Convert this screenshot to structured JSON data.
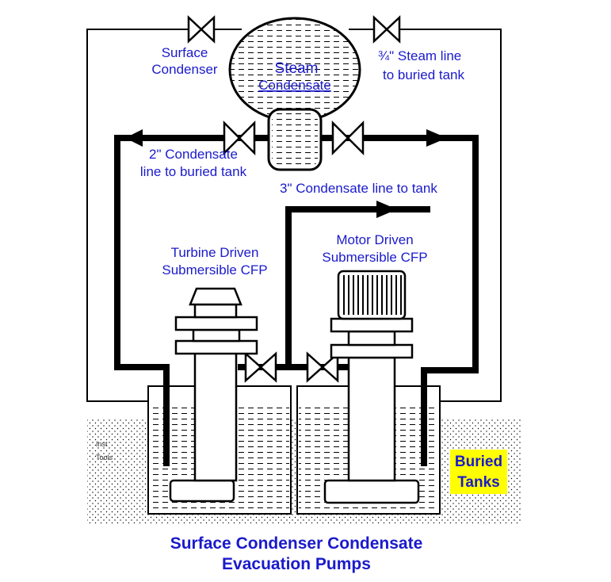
{
  "labels": {
    "surface_condenser_line1": "Surface",
    "surface_condenser_line2": "Condenser",
    "steam": "Steam",
    "condensate": "Condensate",
    "steam_line_line1": "¾\" Steam line",
    "steam_line_line2": "to buried tank",
    "condensate_2in_line1": "2\" Condensate",
    "condensate_2in_line2": "line to buried tank",
    "condensate_3in": "3\" Condensate line to tank",
    "turbine_line1": "Turbine Driven",
    "turbine_line2": "Submersible CFP",
    "motor_line1": "Motor Driven",
    "motor_line2": "Submersible CFP",
    "inst_line1": "Inst",
    "inst_line2": "Tools",
    "buried_line1": "Buried",
    "buried_line2": "Tanks"
  },
  "title": {
    "line1": "Surface Condenser Condensate",
    "line2": "Evacuation Pumps"
  },
  "colors": {
    "label_text": "#1a1acc",
    "highlight": "#ffff00",
    "lines": "#000000",
    "background": "#ffffff"
  }
}
